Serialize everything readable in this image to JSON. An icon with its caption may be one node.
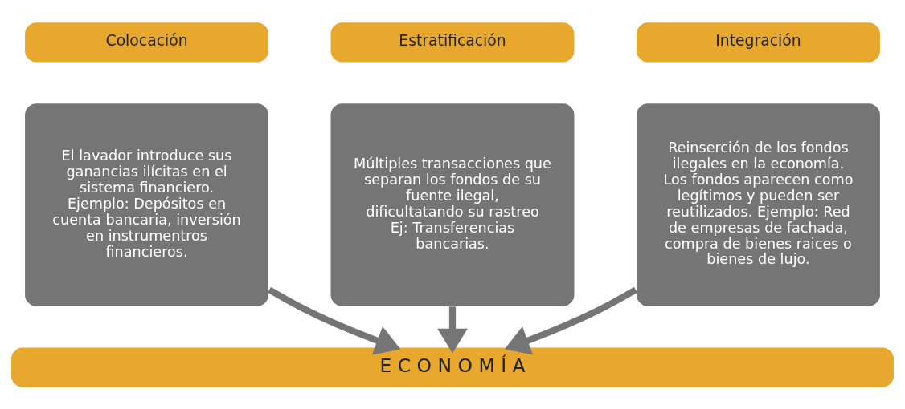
{
  "diagram": {
    "nodes": [
      {
        "text": [
          "Colocación"
        ]
      },
      {
        "text": [
          "Estratificación"
        ]
      },
      {
        "text": [
          "Integración"
        ]
      },
      {
        "text": [
          "El lavador introduce sus ganancias ilícitas en el sistema financiero. Ejemplo: Depósitos en cuenta bancaria, inversión en instrumentros financieros."
        ]
      },
      {
        "text": [
          "Múltiples transacciones que separan los fondos de su fuente ilegal, dificultatando su rastreo Ej: Transferencias bancarias."
        ]
      },
      {
        "text": [
          "Reinserción de los fondos ilegales en la economía. Los fondos aparecen como legítimos y pueden ser reutilizados. Ejemplo: Red de empresas de fachada, compra de bienes raices o bienes de lujo."
        ]
      },
      {
        "text": [
          "E C O N O M Í A"
        ]
      }
    ],
    "edges": [
      {
        "from": 3,
        "to": 6,
        "arrow": "to"
      },
      {
        "from": 4,
        "to": 6,
        "arrow": "to"
      },
      {
        "from": 5,
        "to": 6,
        "arrow": "to"
      }
    ]
  }
}
